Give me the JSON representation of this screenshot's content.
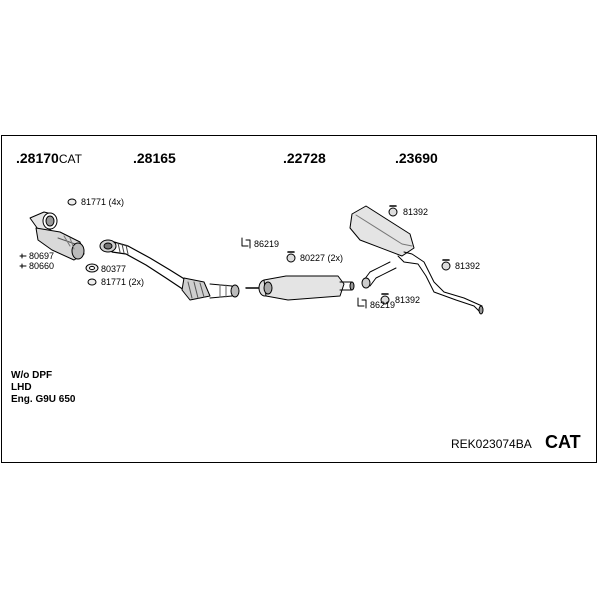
{
  "main_parts": [
    {
      "number": ".28170",
      "suffix": "CAT"
    },
    {
      "number": ".28165",
      "suffix": ""
    },
    {
      "number": ".22728",
      "suffix": ""
    },
    {
      "number": ".23690",
      "suffix": ""
    }
  ],
  "accessories": {
    "a81771_4x": "81771 (4x)",
    "a80697": "80697",
    "a80660": "80660",
    "a80377": "80377",
    "a81771_2x": "81771 (2x)",
    "a86219_top": "86219",
    "a80227_2x": "80227 (2x)",
    "a81392_top": "81392",
    "a81392_right": "81392",
    "a81392_bottom": "81392",
    "a86219_bottom": "86219"
  },
  "notes": [
    "W/o DPF",
    "LHD",
    "Eng. G9U 650"
  ],
  "document_code": "REK023074BA",
  "tag": "CAT"
}
